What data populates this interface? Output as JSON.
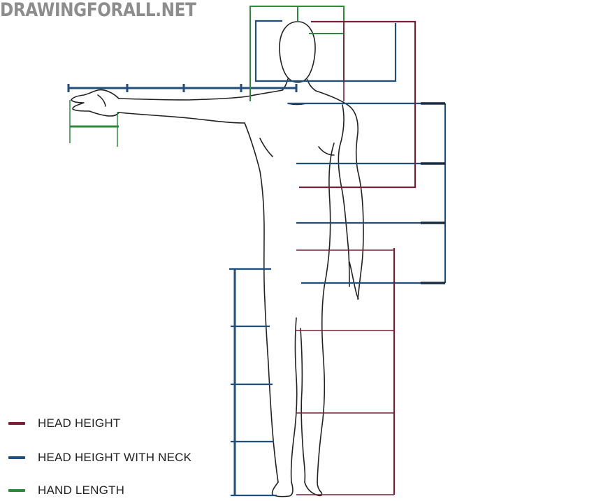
{
  "brand": {
    "text": "DRAWINGFORALL.NET"
  },
  "colors": {
    "head_height": "#7a1f35",
    "head_height_with_neck": "#1f4f7a",
    "hand_length": "#2e8a3a",
    "outline": "#222222",
    "brand": "#8d8d8d"
  },
  "legend": {
    "items": [
      {
        "key": "head_height",
        "label": "HEAD HEIGHT",
        "icon": "red-line-swatch"
      },
      {
        "key": "head_height_with_neck",
        "label": "HEAD HEIGHT WITH NECK",
        "icon": "blue-line-swatch"
      },
      {
        "key": "hand_length",
        "label": "HAND LENGTH",
        "icon": "green-line-swatch"
      }
    ]
  }
}
